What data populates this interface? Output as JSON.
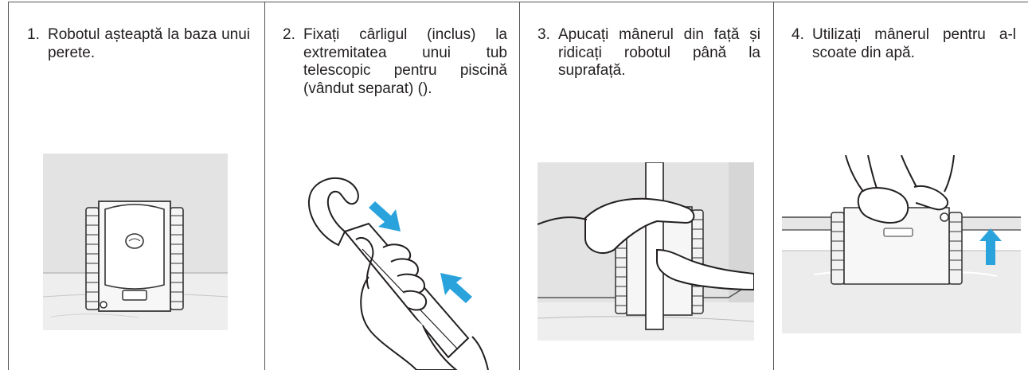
{
  "steps": [
    {
      "number": "1.",
      "text": "Robotul așteaptă la baza unui perete."
    },
    {
      "number": "2.",
      "text": "Fixați cârligul (inclus) la extremitatea unui tub telescopic pentru piscină (vândut separat) ()."
    },
    {
      "number": "3.",
      "text": "Apucați mânerul din față și ridicați robotul până la suprafață."
    },
    {
      "number": "4.",
      "text": "Utilizați mânerul pentru a-l scoate din apă."
    }
  ],
  "colors": {
    "accent": "#2aa3dc",
    "line": "#231f20",
    "pool_gray": "#e4e4e4",
    "water": "#ececec"
  },
  "icons": [
    "arrow-down-right-icon",
    "arrow-up-left-icon",
    "arrow-up-icon"
  ]
}
